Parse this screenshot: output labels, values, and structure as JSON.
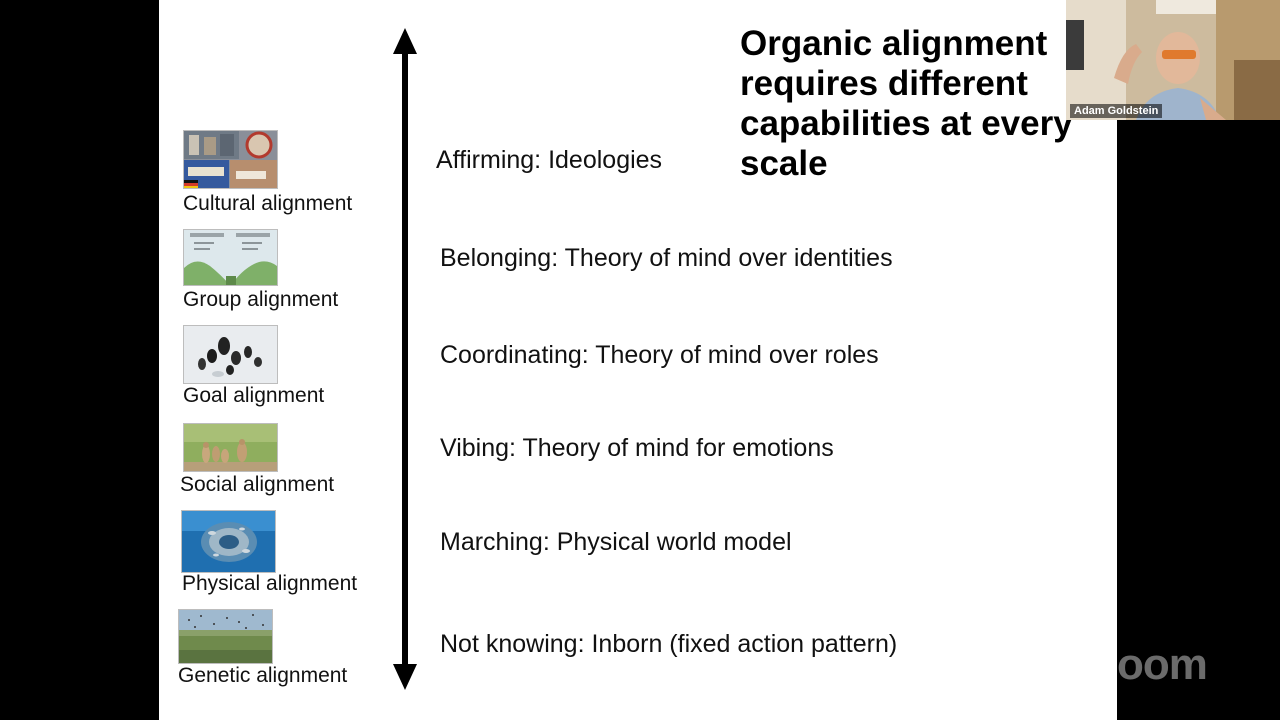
{
  "slide": {
    "title_lines": [
      "Organic alignment",
      "requires different",
      "capabilities at every",
      "scale"
    ],
    "levels": [
      {
        "label": "Cultural alignment",
        "capability": "Affirming: Ideologies",
        "image": "protest-collage-image"
      },
      {
        "label": "Group alignment",
        "capability": "Belonging: Theory of mind over identities",
        "image": "two-hills-cartoon-image"
      },
      {
        "label": "Goal alignment",
        "capability": "Coordinating: Theory of mind over roles",
        "image": "bird-flock-image"
      },
      {
        "label": "Social alignment",
        "capability": "Vibing: Theory of mind for emotions",
        "image": "prairie-dogs-image"
      },
      {
        "label": "Physical alignment",
        "capability": "Marching: Physical world model",
        "image": "fish-school-image"
      },
      {
        "label": "Genetic alignment",
        "capability": "Not knowing: Inborn (fixed action pattern)",
        "image": "locust-field-image"
      }
    ],
    "arrow_icon": "double-headed-vertical-arrow-icon"
  },
  "webcam": {
    "participant_name": "Adam Goldstein"
  },
  "zoom": {
    "watermark": "zoom"
  },
  "colors": {
    "background": "#000000",
    "slide": "#ffffff",
    "text": "#111111"
  }
}
